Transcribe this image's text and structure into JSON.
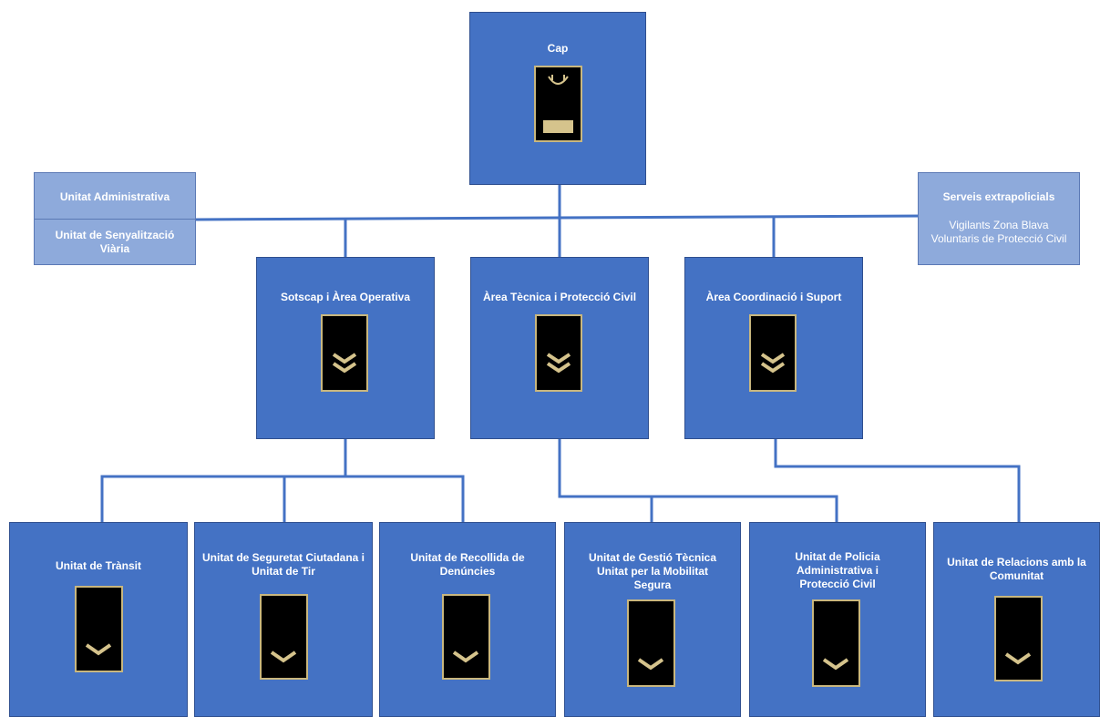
{
  "colors": {
    "box_fill": "#4472c4",
    "side_fill": "#8eaadb",
    "connector": "#4472c4",
    "rank_gold": "#d5c38c",
    "rank_black": "#000000"
  },
  "cap": {
    "title": "Cap",
    "rank_icon": "cap-epaulette-icon"
  },
  "left_box": {
    "title_1": "Unitat Administrativa",
    "title_2": "Unitat de Senyalització Viària"
  },
  "right_box": {
    "title": "Serveis extrapolicials",
    "line_1": "Vigilants Zona Blava",
    "line_2": "Voluntaris de Protecció Civil"
  },
  "areas": [
    {
      "title": "Sotscap i Àrea Operativa",
      "rank_icon": "double-chevron-epaulette-icon"
    },
    {
      "title": "Àrea Tècnica i Protecció Civil",
      "rank_icon": "double-chevron-epaulette-icon"
    },
    {
      "title": "Àrea Coordinació i Suport",
      "rank_icon": "double-chevron-epaulette-icon"
    }
  ],
  "units": [
    {
      "title": "Unitat de Trànsit",
      "rank_icon": "single-chevron-epaulette-icon"
    },
    {
      "title": "Unitat de Seguretat Ciutadana i Unitat de Tir",
      "rank_icon": "single-chevron-epaulette-icon"
    },
    {
      "title": "Unitat de Recollida de Denúncies",
      "rank_icon": "single-chevron-epaulette-icon"
    },
    {
      "title": "Unitat de Gestió Tècnica Unitat per la Mobilitat Segura",
      "rank_icon": "single-chevron-epaulette-icon"
    },
    {
      "title": "Unitat de Policia Administrativa i Protecció Civil",
      "rank_icon": "single-chevron-epaulette-icon"
    },
    {
      "title": "Unitat de Relacions amb la Comunitat",
      "rank_icon": "single-chevron-epaulette-icon"
    }
  ]
}
